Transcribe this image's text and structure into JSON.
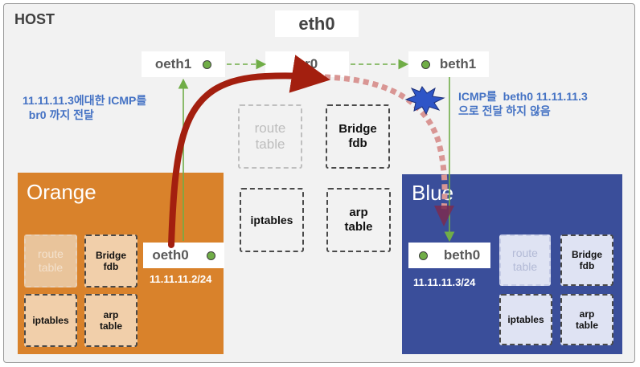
{
  "host": {
    "label": "HOST"
  },
  "eth0": {
    "label": "eth0"
  },
  "top_row": {
    "oeth1": "oeth1",
    "br0": "br0",
    "beth1": "beth1"
  },
  "host_tables": {
    "route": "route\ntable",
    "bridge": "Bridge\nfdb",
    "iptables": "iptables",
    "arp": "arp\ntable"
  },
  "notes": {
    "left": "11.11.11.3에대한 ICMP를\n  br0 까지 전달",
    "right": "ICMP를  beth0 11.11.11.3\n으로 전달 하지 않음"
  },
  "orange": {
    "title": "Orange",
    "iface": "oeth0",
    "ip": "11.11.11.2/24",
    "route": "route\ntable",
    "bridge": "Bridge\nfdb",
    "iptables": "iptables",
    "arp": "arp\ntable"
  },
  "blue": {
    "title": "Blue",
    "iface": "beth0",
    "ip": "11.11.11.3/24",
    "route": "route\ntable",
    "bridge": "Bridge\nfdb",
    "iptables": "iptables",
    "arp": "arp\ntable"
  },
  "colors": {
    "orange": "#d9822b",
    "blue": "#3a4e9a",
    "link_green": "#70ad47",
    "arrow_red": "#a31f0f",
    "dashed_pink": "#d99694",
    "note_blue": "#4472c4"
  }
}
